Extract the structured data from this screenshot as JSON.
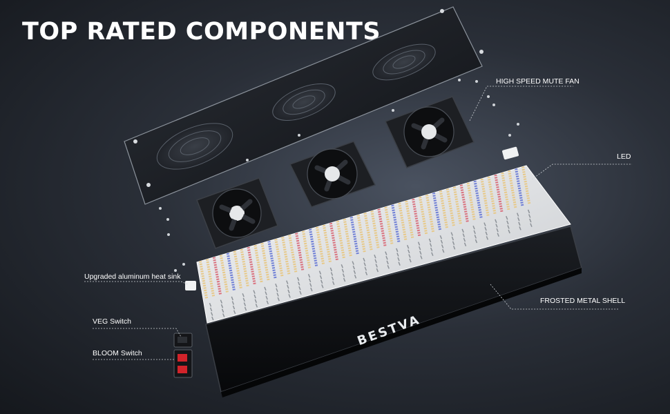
{
  "headline": "TOP RATED COMPONENTS",
  "labels": {
    "fan": "HIGH SPEED MUTE FAN",
    "led": "LED",
    "heat_sink": "Upgraded aluminum heat sink",
    "shell": "FROSTED METAL SHELL",
    "veg_switch": "VEG Switch",
    "bloom_switch": "BLOOM Switch"
  },
  "brand": "BESTVA",
  "colors": {
    "led_warm": "#e7c989",
    "led_red": "#d9727f",
    "led_blue": "#6f7fd6",
    "switch_red": "#d2232a"
  }
}
